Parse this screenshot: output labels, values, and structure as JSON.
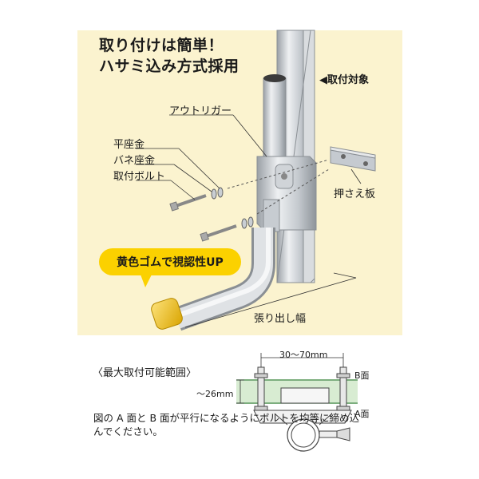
{
  "title_line1": "取り付けは簡単！",
  "title_line2": "ハサミ込み方式採用",
  "labels": {
    "target": "◀取付対象",
    "outrigger": "アウトリガー",
    "flat_washer": "平座金",
    "spring_washer": "バネ座金",
    "bolt": "取付ボルト",
    "press_plate": "押さえ板",
    "projection": "張り出し幅"
  },
  "callout": "黄色ゴムで視認性UP",
  "range_title": "〈最大取付可能範囲〉",
  "dims": {
    "width": "30～70mm",
    "thickness": "～26mm",
    "face_b": "B面",
    "face_a": "A面"
  },
  "note": "図の A 面と B 面が平行になるようにボルトを均等に締め込んでください。",
  "colors": {
    "panel_bg": "#fbf3cf",
    "callout": "#fbd100",
    "metal": "#c9ced3"
  }
}
